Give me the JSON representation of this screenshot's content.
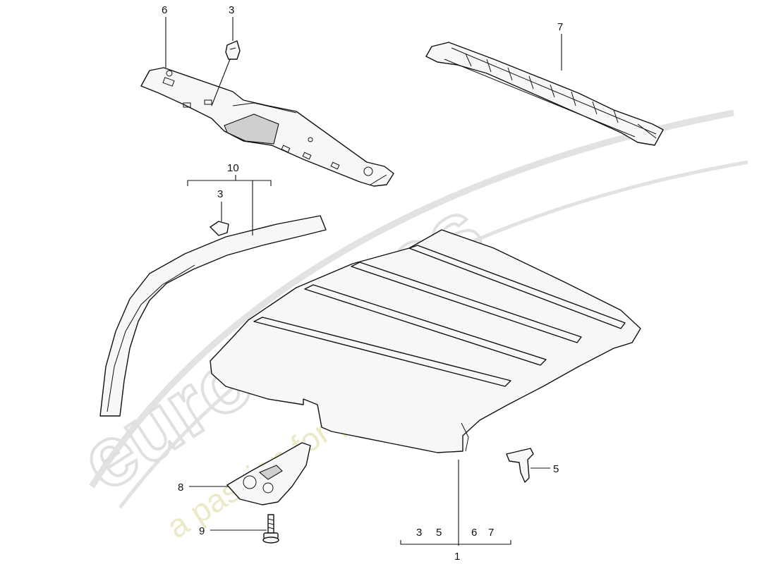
{
  "callouts": {
    "c1": "1",
    "c3_top": "3",
    "c3_clip": "3",
    "c5": "5",
    "c6": "6",
    "c7": "7",
    "c8": "8",
    "c9": "9",
    "c10": "10",
    "group1": [
      "3",
      "5",
      "6",
      "7"
    ]
  },
  "watermark": {
    "brand": "eurosparеs",
    "tagline": "a passion for parts since 1985"
  }
}
